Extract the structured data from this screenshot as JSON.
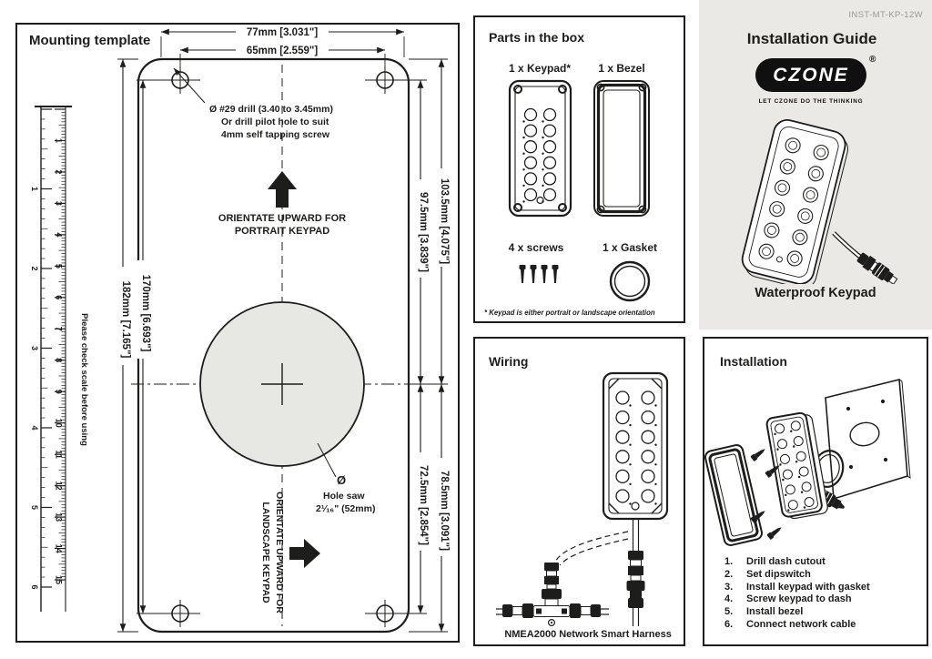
{
  "doc_code": "INST-MT-KP-12W",
  "mounting": {
    "title": "Mounting template",
    "scale_note": "Please check scale before using",
    "cm_numbers": [
      "1",
      "2",
      "3",
      "4",
      "5",
      "6",
      "7",
      "8",
      "9",
      "10",
      "11",
      "12",
      "13",
      "14",
      "15"
    ],
    "inch_numbers": [
      "1",
      "2",
      "3",
      "4",
      "5",
      "6"
    ],
    "dims": {
      "width_outer": "77mm [3.031\"]",
      "width_inner": "65mm [2.559\"]",
      "height_outer": "182mm [7.165\"]",
      "height_inner": "170mm [6.693\"]",
      "top_to_center_outer": "103.5mm [4.075\"]",
      "top_to_center_inner": "97.5mm [3.839\"]",
      "center_to_bottom_outer": "78.5mm [3.091\"]",
      "center_to_bottom_inner": "72.5mm [2.854\"]"
    },
    "drill_note": [
      "Ø #29 drill (3.40 to 3.45mm)",
      "Or drill pilot hole to suit",
      "4mm self tapping screw"
    ],
    "portrait_note": [
      "ORIENTATE UPWARD FOR",
      "PORTRAIT KEYPAD"
    ],
    "landscape_note": [
      "ORIENTATE UPWARD FOR",
      "LANDSCAPE KEYPAD"
    ],
    "hole_saw": {
      "symbol": "Ø",
      "line1": "Hole saw",
      "line2": "2¹⁄₁₆\" (52mm)"
    }
  },
  "parts": {
    "title": "Parts in the box",
    "keypad": "1 x Keypad*",
    "bezel": "1 x Bezel",
    "screws": "4 x screws",
    "gasket": "1 x Gasket",
    "footnote": "* Keypad is either portrait or landscape orientation"
  },
  "wiring": {
    "title": "Wiring",
    "network": "NMEA2000 Network",
    "harness": "Smart Harness"
  },
  "install": {
    "title": "Installation",
    "steps": [
      {
        "num": "1.",
        "text": "Drill dash cutout"
      },
      {
        "num": "2.",
        "text": "Set dipswitch"
      },
      {
        "num": "3.",
        "text": "Install keypad with gasket"
      },
      {
        "num": "4.",
        "text": "Screw keypad to dash"
      },
      {
        "num": "5.",
        "text": "Install bezel"
      },
      {
        "num": "6.",
        "text": "Connect network cable"
      }
    ]
  },
  "cover": {
    "title": "Installation Guide",
    "logo": "CZONE",
    "registered": "®",
    "tagline": "LET CZONE DO THE THINKING",
    "product": "Waterproof Keypad"
  },
  "colors": {
    "ink": "#1d1d1b",
    "cover_bg": "#eae9e6",
    "fill_light": "#e7e7e4"
  }
}
